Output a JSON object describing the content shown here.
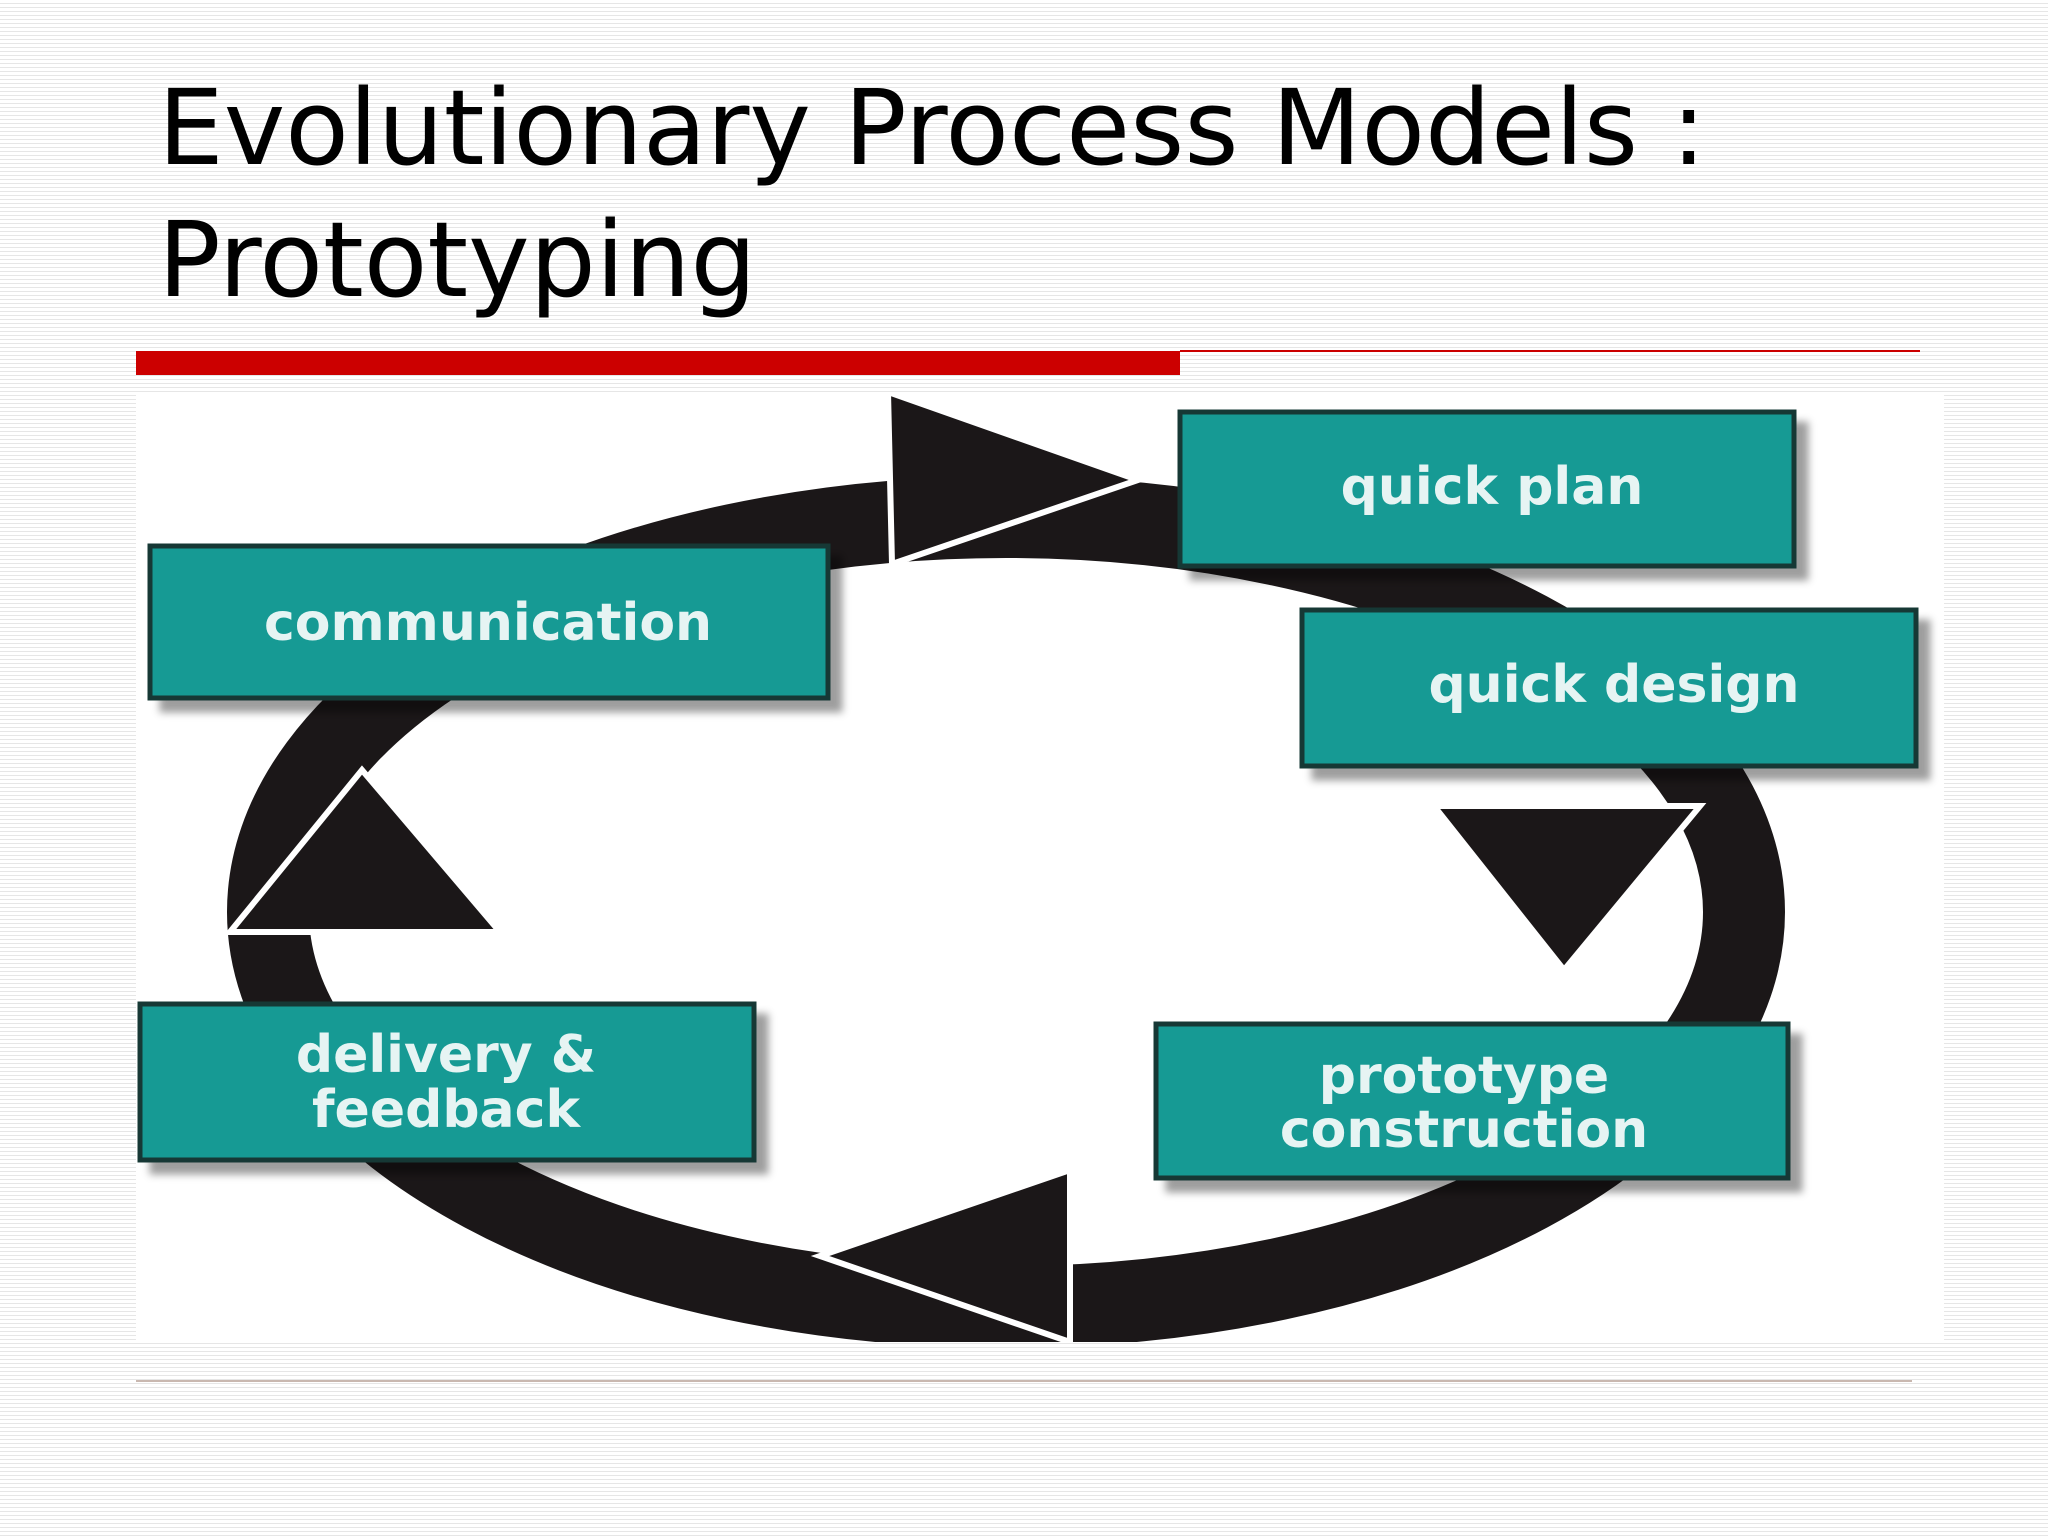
{
  "slide": {
    "title_line1": "Evolutionary Process Models :",
    "title_line2": "Prototyping"
  },
  "diagram": {
    "stages": [
      {
        "id": "communication",
        "label_lines": [
          "communication"
        ]
      },
      {
        "id": "quick-plan",
        "label_lines": [
          "quick plan"
        ]
      },
      {
        "id": "quick-design",
        "label_lines": [
          "quick design"
        ]
      },
      {
        "id": "prototype-construction",
        "label_lines": [
          "prototype",
          "construction"
        ]
      },
      {
        "id": "delivery-feedback",
        "label_lines": [
          "delivery &",
          "feedback"
        ]
      }
    ],
    "flow": [
      "communication",
      "quick-plan",
      "quick-design",
      "prototype-construction",
      "delivery-feedback",
      "communication"
    ]
  },
  "colors": {
    "box_fill": "#129a94",
    "box_border": "#123836",
    "box_text": "#e6f4f3",
    "cycle_arrow": "#1b1718",
    "accent_rule": "#cc0000",
    "title_text": "#000000"
  }
}
